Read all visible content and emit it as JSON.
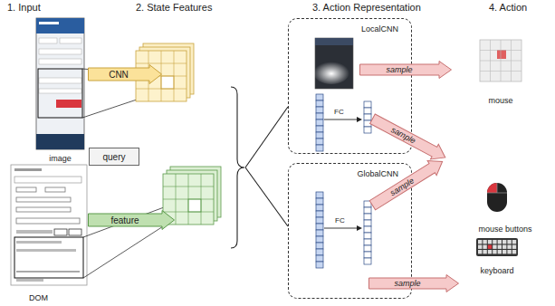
{
  "diagram": {
    "nodes": [
      {
        "text": [
          "image"
        ]
      },
      {
        "text": [
          "DOM"
        ]
      },
      {
        "text": [
          "CNN"
        ]
      },
      {
        "text": [
          "query"
        ]
      },
      {
        "text": [
          "feature"
        ]
      },
      {
        "text": [
          "LocalCNN"
        ]
      },
      {
        "text": [
          "sample"
        ],
        "in": 5
      },
      {
        "text": [
          "sample"
        ],
        "in": 5
      },
      {
        "text": [
          "GlobalCNN"
        ]
      },
      {
        "text": [
          "sample"
        ],
        "in": 8
      },
      {
        "text": [
          "sample"
        ],
        "in": 8
      },
      {
        "text": [
          "mouse"
        ]
      },
      {
        "text": [
          "mouse buttons"
        ]
      },
      {
        "text": [
          "keyboard"
        ]
      }
    ],
    "labels": [
      "1. Input",
      "2. State Features",
      "3. Action Representation",
      "4. Action",
      "FC",
      "FC"
    ]
  }
}
